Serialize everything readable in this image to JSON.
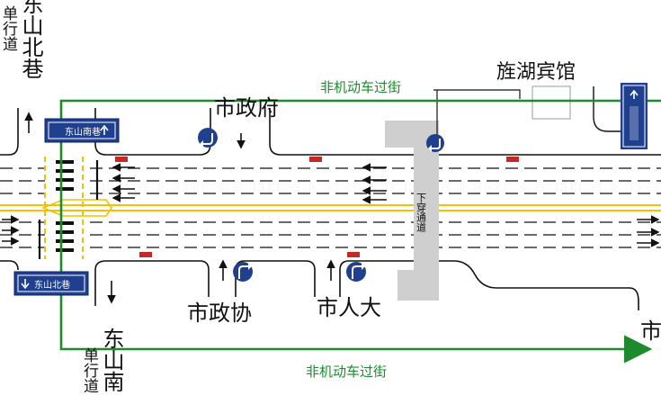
{
  "map": {
    "labels": {
      "dongshan_north_lane": "东山北巷",
      "dongshan_north_oneway": "单行道",
      "dongshan_south_lane": "东山南",
      "dongshan_south_oneway": "单行道",
      "city_government": "市政府",
      "cppcc": "市政协",
      "peoples_congress": "市人大",
      "hotel": "旌湖宾馆",
      "partial_right_label": "市",
      "underpass": "下穿通道",
      "nonmotor_crossing_top": "非机动车过街",
      "nonmotor_crossing_bottom": "非机动车过街"
    },
    "signs": {
      "dongshan_south_sign": "东山南巷",
      "dongshan_north_sign": "东山北巷"
    },
    "colors": {
      "route_green": "#1e8a2e",
      "sign_blue": "#1f3f8f",
      "lane_yellow": "#f2c200",
      "underpass_gray": "#cfcfcf",
      "stop_red": "#c62828"
    },
    "icons": [
      "u-turn-icon",
      "right-turn-icon",
      "straight-arrow-icon"
    ]
  }
}
